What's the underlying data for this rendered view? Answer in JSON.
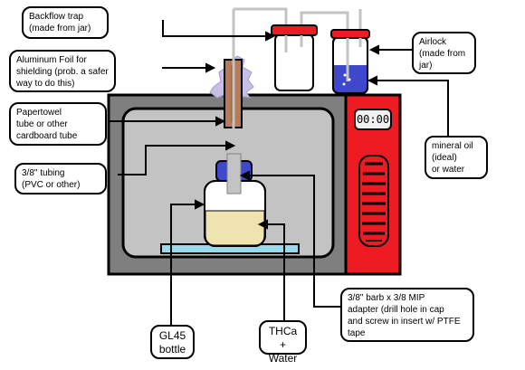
{
  "labels": {
    "backflow_trap": "Backflow trap\n(made from jar)",
    "aluminum_foil": "Aluminum Foil for\nshielding (prob. a safer\nway to do this)",
    "papertowel_tube": "Papertowel\ntube or other\ncardboard tube",
    "tubing": "3/8\" tubing\n(PVC or other)",
    "airlock": "Airlock\n(made from\njar)",
    "mineral_oil": "mineral oil\n(ideal)\nor water",
    "adapter": "3/8\" barb x 3/8 MIP\nadapter (drill hole in cap\nand screw in insert w/ PTFE\ntape",
    "gl45_bottle": "GL45\nbottle",
    "thca_water": "THCa +\nWater"
  },
  "microwave": {
    "timer_display": "00:00"
  },
  "colors": {
    "microwave_body": "#7f7f7f",
    "control_panel": "#ed1c24",
    "window": "#c3c3c3",
    "tube": "#b97a57",
    "foil": "#c8bfe7",
    "jar_lid": "#ed1c24",
    "oil": "#3f48cc",
    "cap": "#3f48cc",
    "mixture": "#efe4b0",
    "turntable": "#99d9ea"
  }
}
